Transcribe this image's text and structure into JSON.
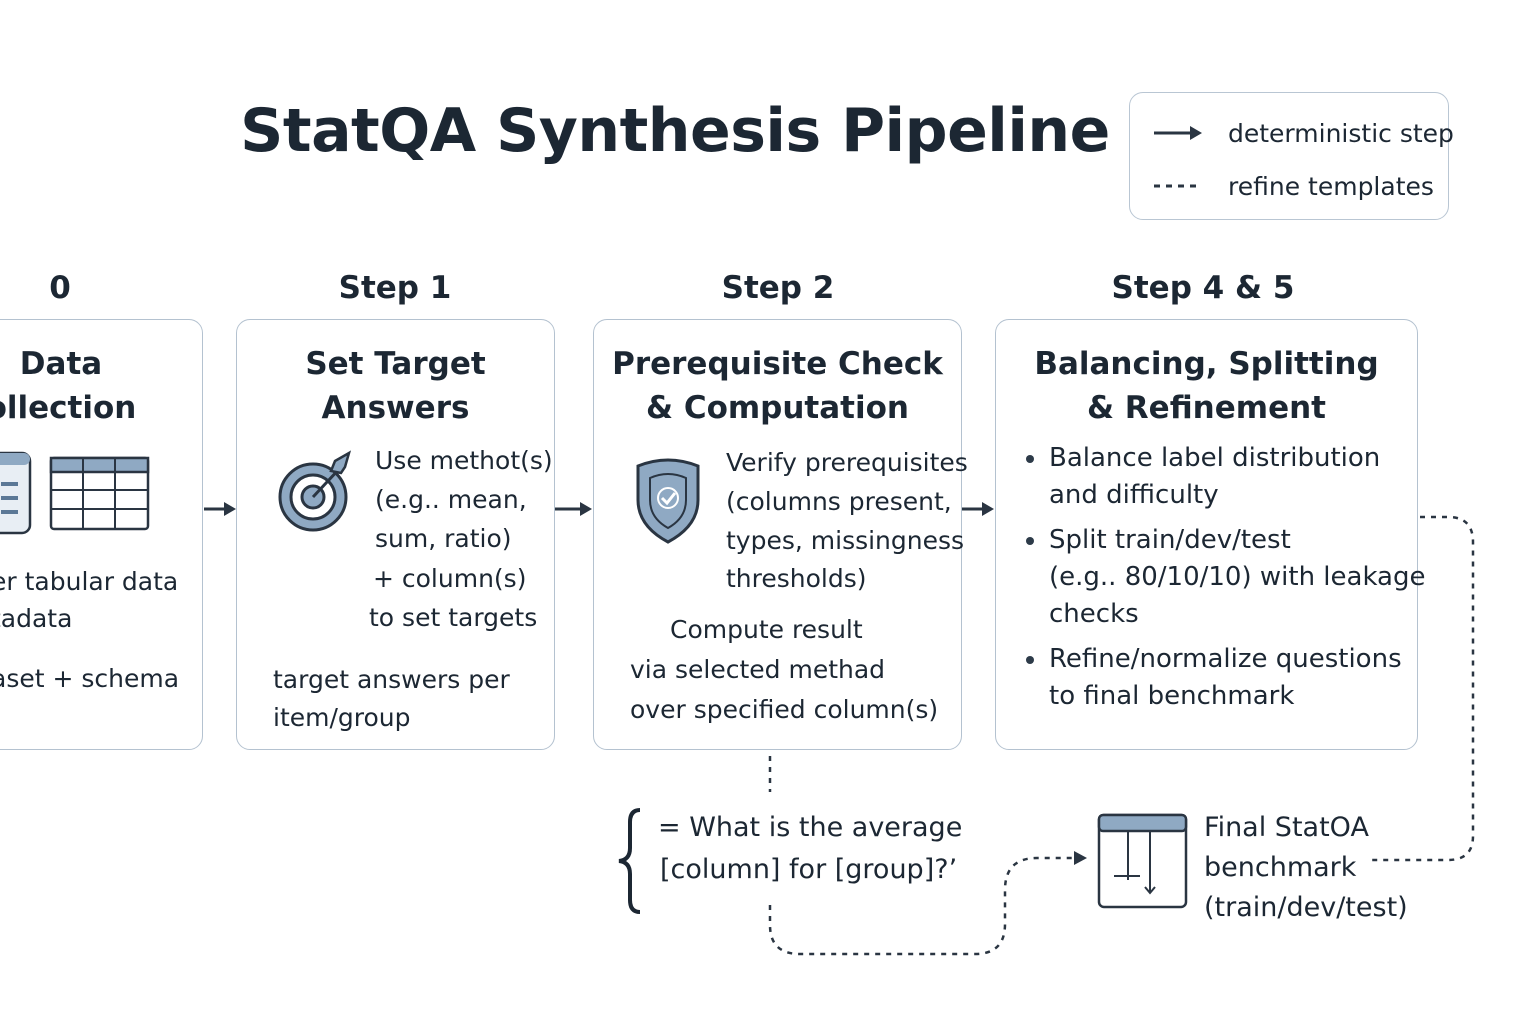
{
  "title": "StatQA Synthesis Pipeline",
  "legend": {
    "deterministic_label": "deterministic step",
    "refine_label": "refine templates"
  },
  "steps": [
    {
      "label": "0",
      "title_lines": [
        "Data",
        "ollection"
      ],
      "body_lines": [
        "er tabular data",
        "tadata",
        "aset + schema"
      ]
    },
    {
      "label": "Step 1",
      "title_lines": [
        "Set Target",
        "Answers"
      ],
      "body_lines": [
        "Use methot(s)",
        "(e.g.. mean,",
        "sum, ratio)",
        "+ column(s)",
        "to set targets",
        "target answers per",
        "item/group"
      ]
    },
    {
      "label": "Step 2",
      "title_lines": [
        "Prerequisite Check",
        "& Computation"
      ],
      "body_lines": [
        "Verify prerequisites",
        "(columns present,",
        "types, missingness",
        "thresholds)",
        "Compute result",
        "via selected methad",
        "over specified column(s)"
      ]
    },
    {
      "label": "Step 4 & 5",
      "title_lines": [
        "Balancing, Splitting",
        "& Refinement"
      ],
      "bullets": [
        [
          "Balance label distribution",
          "and difficulty"
        ],
        [
          "Split train/dev/test",
          "(e.g.. 80/10/10) with leakage",
          "checks"
        ],
        [
          "Refine/normalize questions",
          "to final benchmark"
        ]
      ]
    }
  ],
  "template_example": [
    "= What is the average",
    "[column] for [group]?’"
  ],
  "final_benchmark": [
    "Final StatOA",
    "benchmark",
    "(train/dev/test)"
  ],
  "colors": {
    "text": "#1c2733",
    "border": "#b4c2d0",
    "icon_fill": "#8fa9c3",
    "icon_stroke": "#2a3542"
  }
}
